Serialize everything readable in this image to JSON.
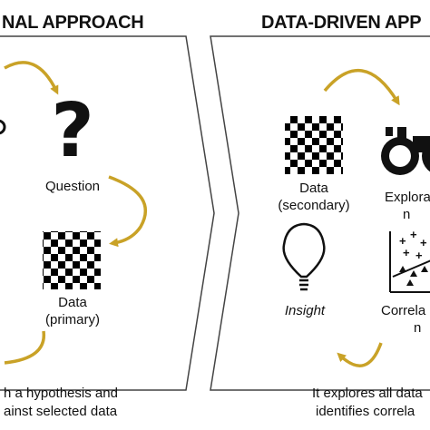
{
  "left_panel": {
    "heading": "NAL APPROACH",
    "question_label": "Question",
    "data_label_line1": "Data",
    "data_label_line2": "(primary)",
    "caption_line1": "h a hypothesis and",
    "caption_line2": "ainst selected data"
  },
  "right_panel": {
    "heading": "DATA-DRIVEN APP",
    "data_label_line1": "Data",
    "data_label_line2": "(secondary)",
    "exploration_label_line1": "Explora",
    "exploration_label_line2": "n",
    "insight_label": "Insight",
    "correlation_label_line1": "Correla",
    "correlation_label_line2": "n",
    "caption_line1": "It explores all data",
    "caption_line2": "identifies correla"
  },
  "colors": {
    "arrow": "#c9a227",
    "border": "#444444",
    "ink": "#111111"
  },
  "icons": [
    "question-mark-icon",
    "checkerboard-icon",
    "binoculars-icon",
    "lightbulb-icon",
    "scatter-plot-icon"
  ]
}
